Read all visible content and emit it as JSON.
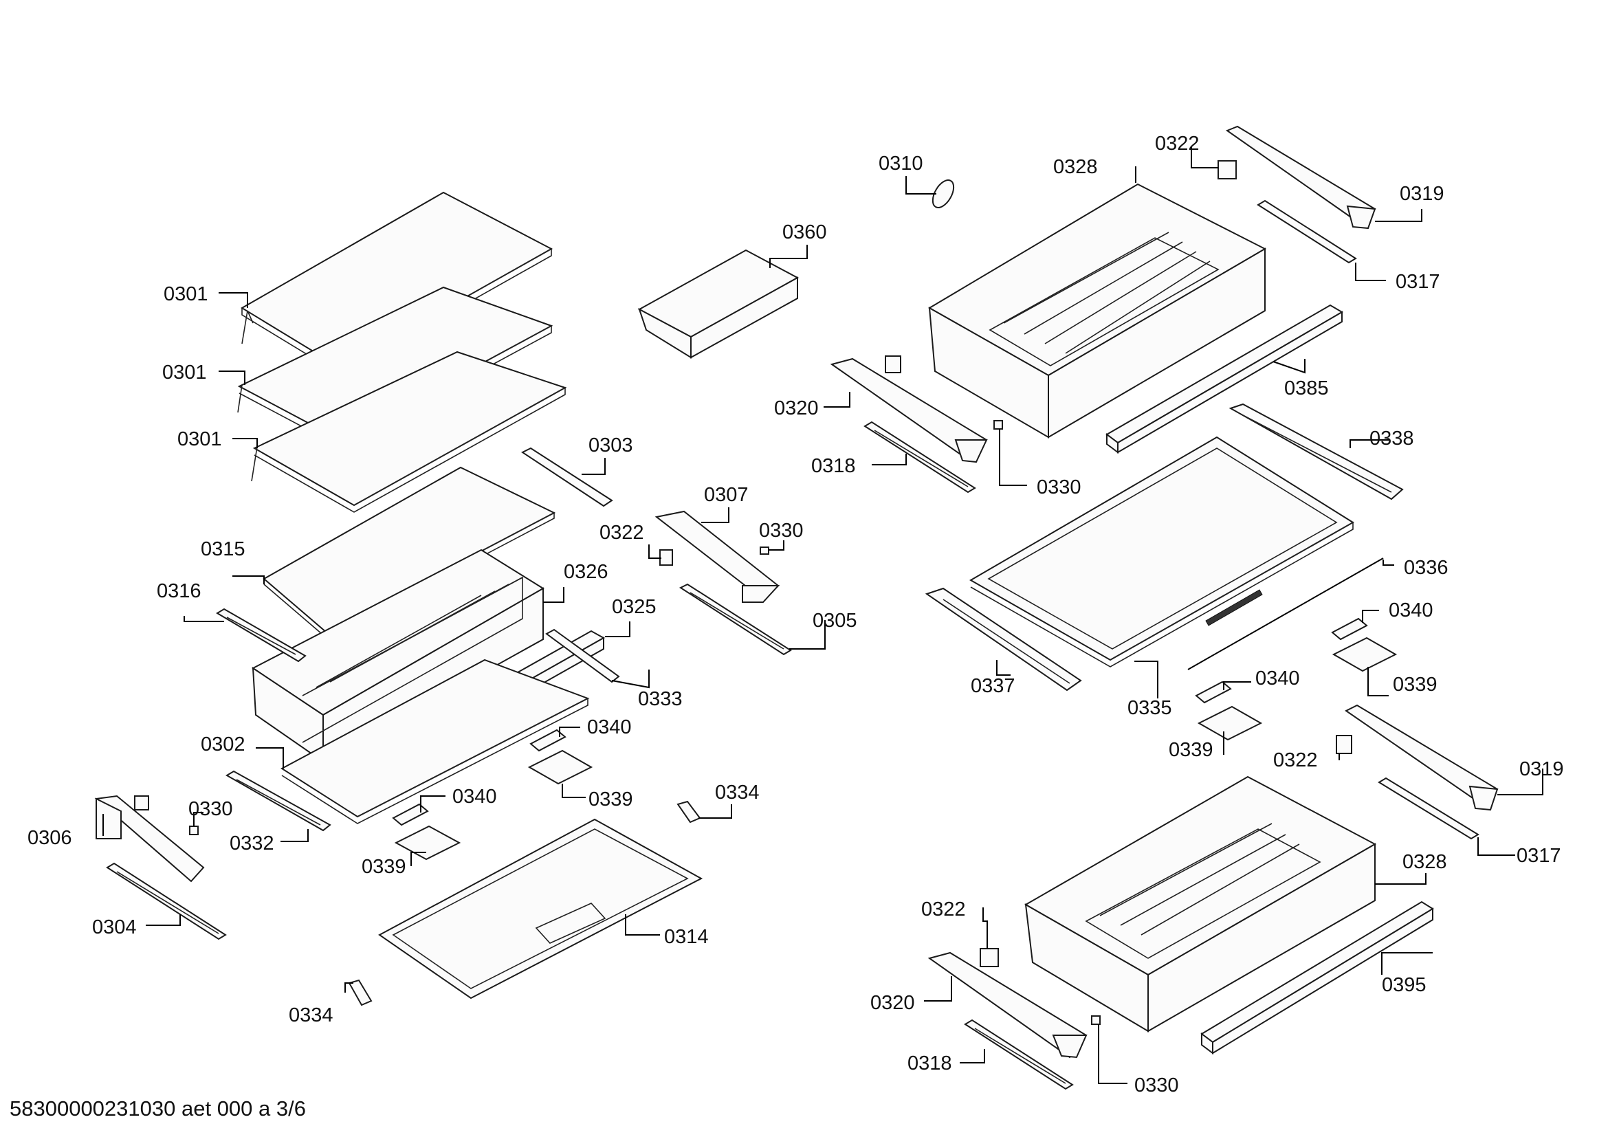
{
  "footer": "58300000231030 aet 000 a 3/6",
  "labels": {
    "l0301a": "0301",
    "l0301b": "0301",
    "l0301c": "0301",
    "l0360": "0360",
    "l0303": "0303",
    "l0307": "0307",
    "l0322a": "0322",
    "l0330a": "0330",
    "l0315": "0315",
    "l0326": "0326",
    "l0316": "0316",
    "l0325": "0325",
    "l0305": "0305",
    "l0333": "0333",
    "l0302": "0302",
    "l0340a": "0340",
    "l0339a": "0339",
    "l0340b": "0340",
    "l0334a": "0334",
    "l0330b": "0330",
    "l0306": "0306",
    "l0332": "0332",
    "l0339b": "0339",
    "l0304": "0304",
    "l0314": "0314",
    "l0334b": "0334",
    "l0310": "0310",
    "l0328a": "0328",
    "l0322b": "0322",
    "l0319a": "0319",
    "l0317a": "0317",
    "l0385": "0385",
    "l0320a": "0320",
    "l0318a": "0318",
    "l0330c": "0330",
    "l0338": "0338",
    "l0336": "0336",
    "l0340c": "0340",
    "l0337": "0337",
    "l0335": "0335",
    "l0340d": "0340",
    "l0339c": "0339",
    "l0339d": "0339",
    "l0322c": "0322",
    "l0319b": "0319",
    "l0317b": "0317",
    "l0328b": "0328",
    "l0322d": "0322",
    "l0395": "0395",
    "l0320b": "0320",
    "l0318b": "0318",
    "l0330d": "0330"
  }
}
